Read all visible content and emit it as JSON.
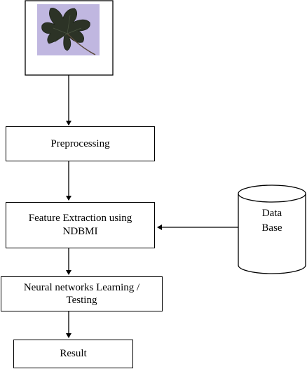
{
  "diagram": {
    "input_image": {
      "icon": "leaf-photo"
    },
    "steps": [
      {
        "id": "preprocessing",
        "lines": [
          "Preprocessing"
        ]
      },
      {
        "id": "feature-extraction",
        "lines": [
          "Feature Extraction using",
          "NDBMI"
        ]
      },
      {
        "id": "neural-networks",
        "lines": [
          "Neural networks Learning /",
          "Testing"
        ]
      },
      {
        "id": "result",
        "lines": [
          "Result"
        ]
      }
    ],
    "database": {
      "lines": [
        "Data",
        "Base"
      ]
    }
  }
}
